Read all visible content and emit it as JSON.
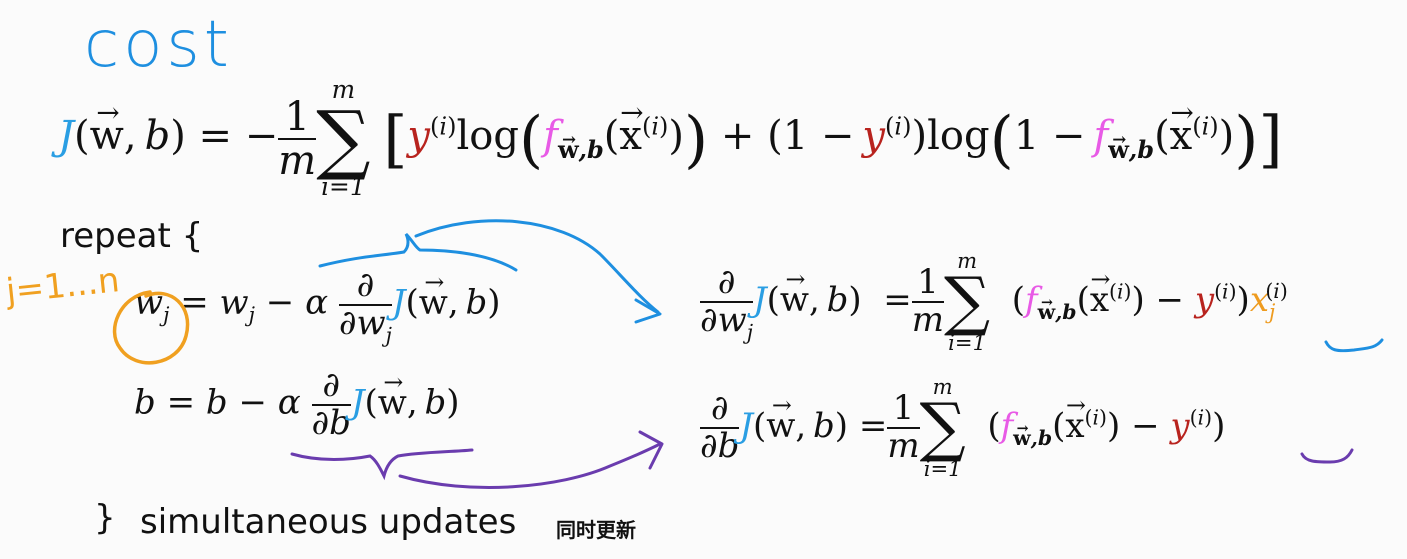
{
  "handwriting": {
    "cost": "cost",
    "j_range": "j=1...n"
  },
  "labels": {
    "repeat": "repeat {",
    "close_brace": "}",
    "simultaneous": "simultaneous updates",
    "simultaneous_zh": "同时更新"
  },
  "colors": {
    "J": "#2a9ee3",
    "y": "#b8231e",
    "f": "#e85ae6",
    "x_j": "#ee9b1f",
    "blue_ink": "#1e8fe0",
    "orange_ink": "#f0a020",
    "purple_ink": "#6a3cae"
  }
}
